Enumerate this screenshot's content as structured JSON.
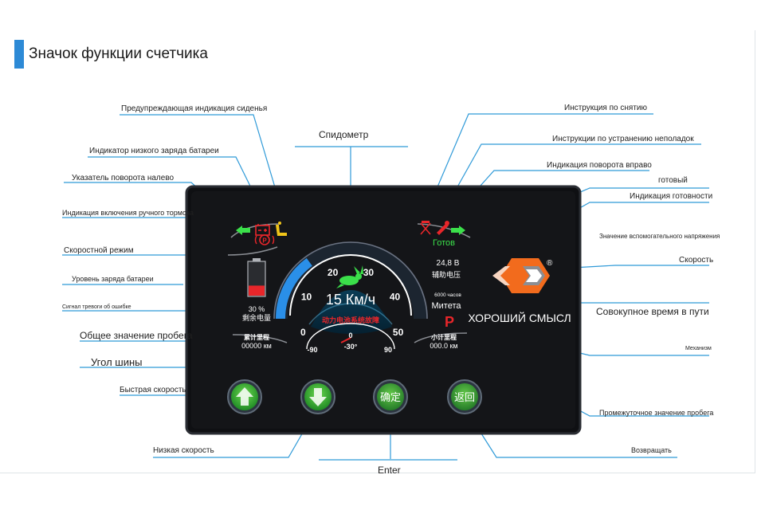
{
  "header": {
    "title": "Значок функции счетчика",
    "accent_color": "#2d8ad6"
  },
  "labels": {
    "seat_warning": "Предупреждающая индикация сиденья",
    "low_battery": "Индикатор низкого заряда батареи",
    "left_turn": "Указатель поворота налево",
    "handbrake": "Индикация включения ручного тормоза",
    "speed_mode": "Скоростной режим",
    "battery_level": "Уровень заряда батареи",
    "error_alarm": "Сигнал тревоги об ошибке",
    "total_mileage": "Общее значение пробега",
    "tire_angle": "Угол шины",
    "fast_speed": "Быстрая скорость",
    "low_speed": "Низкая скорость",
    "enter": "Enter",
    "speedometer": "Спидометр",
    "removal": "Инструкция по снятию",
    "troubleshoot": "Инструкции по устранению неполадок",
    "right_turn": "Индикация поворота вправо",
    "ready_word": "готовый",
    "ready_indication": "Индикация готовности",
    "aux_voltage": "Значение вспомогательного напряжения",
    "speed": "Скорость",
    "total_time": "Совокупное время в пути",
    "mechanism": "Механизм",
    "trip_mileage": "Промежуточное значение пробега",
    "back": "Возвращать"
  },
  "screen": {
    "ready_text": "Готов",
    "voltage_value": "24,8 В",
    "voltage_caption": "辅助电压",
    "hours_value": "6000 часов",
    "mileage_caption": "Митета",
    "gear": "P",
    "battery_percent": "30 %",
    "battery_caption": "剩余电量",
    "total_caption": "累计里程",
    "total_value": "00000 км",
    "trip_caption": "小计里程",
    "trip_value": "000.0 км",
    "speed_readout": "15 Км/ч",
    "fault_text": "动力电池系统故障",
    "tire_value": "-30°",
    "tire_ticks": [
      "-90",
      "0",
      "90"
    ],
    "speed_ticks": [
      "0",
      "10",
      "20",
      "30",
      "40",
      "50"
    ],
    "brand_name": "ХОРОШИЙ СМЫСЛ",
    "brand_mark": "®",
    "btn_confirm": "确定",
    "btn_back": "返回",
    "icon_up": "arrow-up-icon",
    "icon_down": "arrow-down-icon",
    "battery_fill": 0.3,
    "speed_value": 15,
    "speed_max": 50
  },
  "colors": {
    "green": "#3be04a",
    "red": "#e8262a",
    "yellow": "#f0c419",
    "orange": "#f26b1d",
    "blue_arc": "#2a8fe8",
    "leader": "#2f9ad8"
  }
}
